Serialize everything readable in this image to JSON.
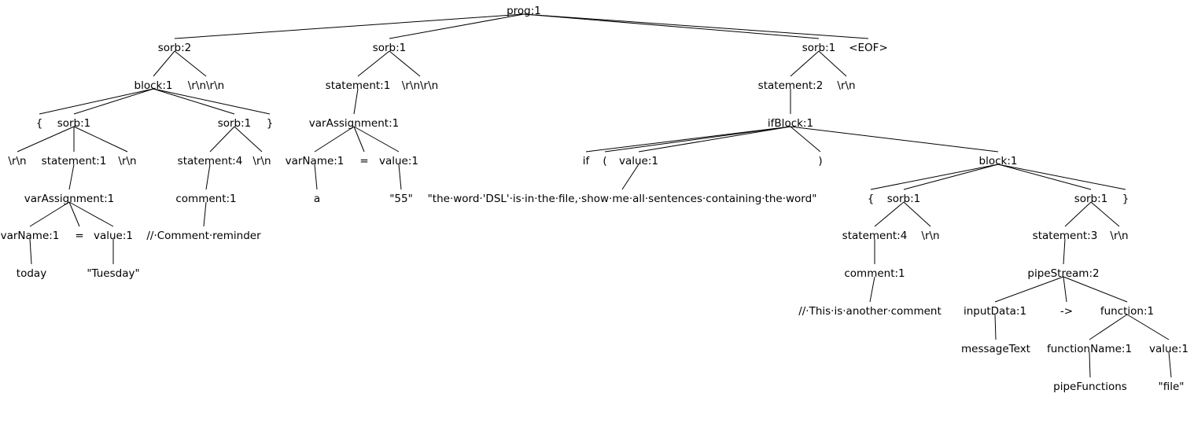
{
  "nodes": [
    {
      "id": 1,
      "label": "prog:1"
    },
    {
      "id": 2,
      "label": "sorb:2"
    },
    {
      "id": 3,
      "label": "sorb:1"
    },
    {
      "id": 4,
      "label": "sorb:1"
    },
    {
      "id": 5,
      "label": "<EOF>"
    },
    {
      "id": 6,
      "label": "block:1"
    },
    {
      "id": 7,
      "label": "\\r\\n\\r\\n"
    },
    {
      "id": 8,
      "label": "statement:1"
    },
    {
      "id": 9,
      "label": "\\r\\n\\r\\n"
    },
    {
      "id": 10,
      "label": "statement:2"
    },
    {
      "id": 11,
      "label": "\\r\\n"
    },
    {
      "id": 12,
      "label": "{"
    },
    {
      "id": 13,
      "label": "sorb:1"
    },
    {
      "id": 14,
      "label": "sorb:1"
    },
    {
      "id": 15,
      "label": "}"
    },
    {
      "id": 16,
      "label": "varAssignment:1"
    },
    {
      "id": 17,
      "label": "ifBlock:1"
    },
    {
      "id": 18,
      "label": "\\r\\n"
    },
    {
      "id": 19,
      "label": "statement:1"
    },
    {
      "id": 20,
      "label": "\\r\\n"
    },
    {
      "id": 21,
      "label": "statement:4"
    },
    {
      "id": 22,
      "label": "\\r\\n"
    },
    {
      "id": 23,
      "label": "varName:1"
    },
    {
      "id": 24,
      "label": "="
    },
    {
      "id": 25,
      "label": "value:1"
    },
    {
      "id": 26,
      "label": "if"
    },
    {
      "id": 27,
      "label": "("
    },
    {
      "id": 28,
      "label": "value:1"
    },
    {
      "id": 29,
      "label": ")"
    },
    {
      "id": 30,
      "label": "block:1"
    },
    {
      "id": 31,
      "label": "varAssignment:1"
    },
    {
      "id": 32,
      "label": "comment:1"
    },
    {
      "id": 33,
      "label": "a"
    },
    {
      "id": 34,
      "label": "\"55\""
    },
    {
      "id": 35,
      "label": "\"the·word·'DSL'·is·in·the·file,·show·me·all·sentences·containing·the·word\""
    },
    {
      "id": 36,
      "label": "{"
    },
    {
      "id": 37,
      "label": "sorb:1"
    },
    {
      "id": 38,
      "label": "sorb:1"
    },
    {
      "id": 39,
      "label": "}"
    },
    {
      "id": 40,
      "label": "varName:1"
    },
    {
      "id": 41,
      "label": "="
    },
    {
      "id": 42,
      "label": "value:1"
    },
    {
      "id": 43,
      "label": "//·Comment·reminder"
    },
    {
      "id": 44,
      "label": "statement:4"
    },
    {
      "id": 45,
      "label": "\\r\\n"
    },
    {
      "id": 46,
      "label": "statement:3"
    },
    {
      "id": 47,
      "label": "\\r\\n"
    },
    {
      "id": 48,
      "label": "today"
    },
    {
      "id": 49,
      "label": "\"Tuesday\""
    },
    {
      "id": 50,
      "label": "comment:1"
    },
    {
      "id": 51,
      "label": "pipeStream:2"
    },
    {
      "id": 52,
      "label": "//·This·is·another·comment"
    },
    {
      "id": 53,
      "label": "inputData:1"
    },
    {
      "id": 54,
      "label": "->"
    },
    {
      "id": 55,
      "label": "function:1"
    },
    {
      "id": 56,
      "label": "messageText"
    },
    {
      "id": 57,
      "label": "functionName:1"
    },
    {
      "id": 58,
      "label": "value:1"
    },
    {
      "id": 59,
      "label": "pipeFunctions"
    },
    {
      "id": 60,
      "label": "\"file\""
    }
  ],
  "edges": [
    [
      1,
      2
    ],
    [
      1,
      3
    ],
    [
      1,
      4
    ],
    [
      1,
      5
    ],
    [
      2,
      6
    ],
    [
      2,
      7
    ],
    [
      3,
      8
    ],
    [
      3,
      9
    ],
    [
      4,
      10
    ],
    [
      4,
      11
    ],
    [
      6,
      12
    ],
    [
      6,
      13
    ],
    [
      6,
      14
    ],
    [
      6,
      15
    ],
    [
      8,
      16
    ],
    [
      10,
      17
    ],
    [
      13,
      18
    ],
    [
      13,
      19
    ],
    [
      13,
      20
    ],
    [
      14,
      21
    ],
    [
      14,
      22
    ],
    [
      16,
      23
    ],
    [
      16,
      24
    ],
    [
      16,
      25
    ],
    [
      17,
      26
    ],
    [
      17,
      27
    ],
    [
      17,
      28
    ],
    [
      17,
      29
    ],
    [
      17,
      30
    ],
    [
      19,
      31
    ],
    [
      21,
      32
    ],
    [
      23,
      33
    ],
    [
      25,
      34
    ],
    [
      28,
      35
    ],
    [
      30,
      36
    ],
    [
      30,
      37
    ],
    [
      30,
      38
    ],
    [
      30,
      39
    ],
    [
      31,
      40
    ],
    [
      31,
      41
    ],
    [
      31,
      42
    ],
    [
      32,
      43
    ],
    [
      37,
      44
    ],
    [
      37,
      45
    ],
    [
      38,
      46
    ],
    [
      38,
      47
    ],
    [
      40,
      48
    ],
    [
      42,
      49
    ],
    [
      44,
      50
    ],
    [
      46,
      51
    ],
    [
      50,
      52
    ],
    [
      51,
      53
    ],
    [
      51,
      54
    ],
    [
      51,
      55
    ],
    [
      53,
      56
    ],
    [
      55,
      57
    ],
    [
      55,
      58
    ],
    [
      57,
      59
    ],
    [
      58,
      60
    ]
  ]
}
